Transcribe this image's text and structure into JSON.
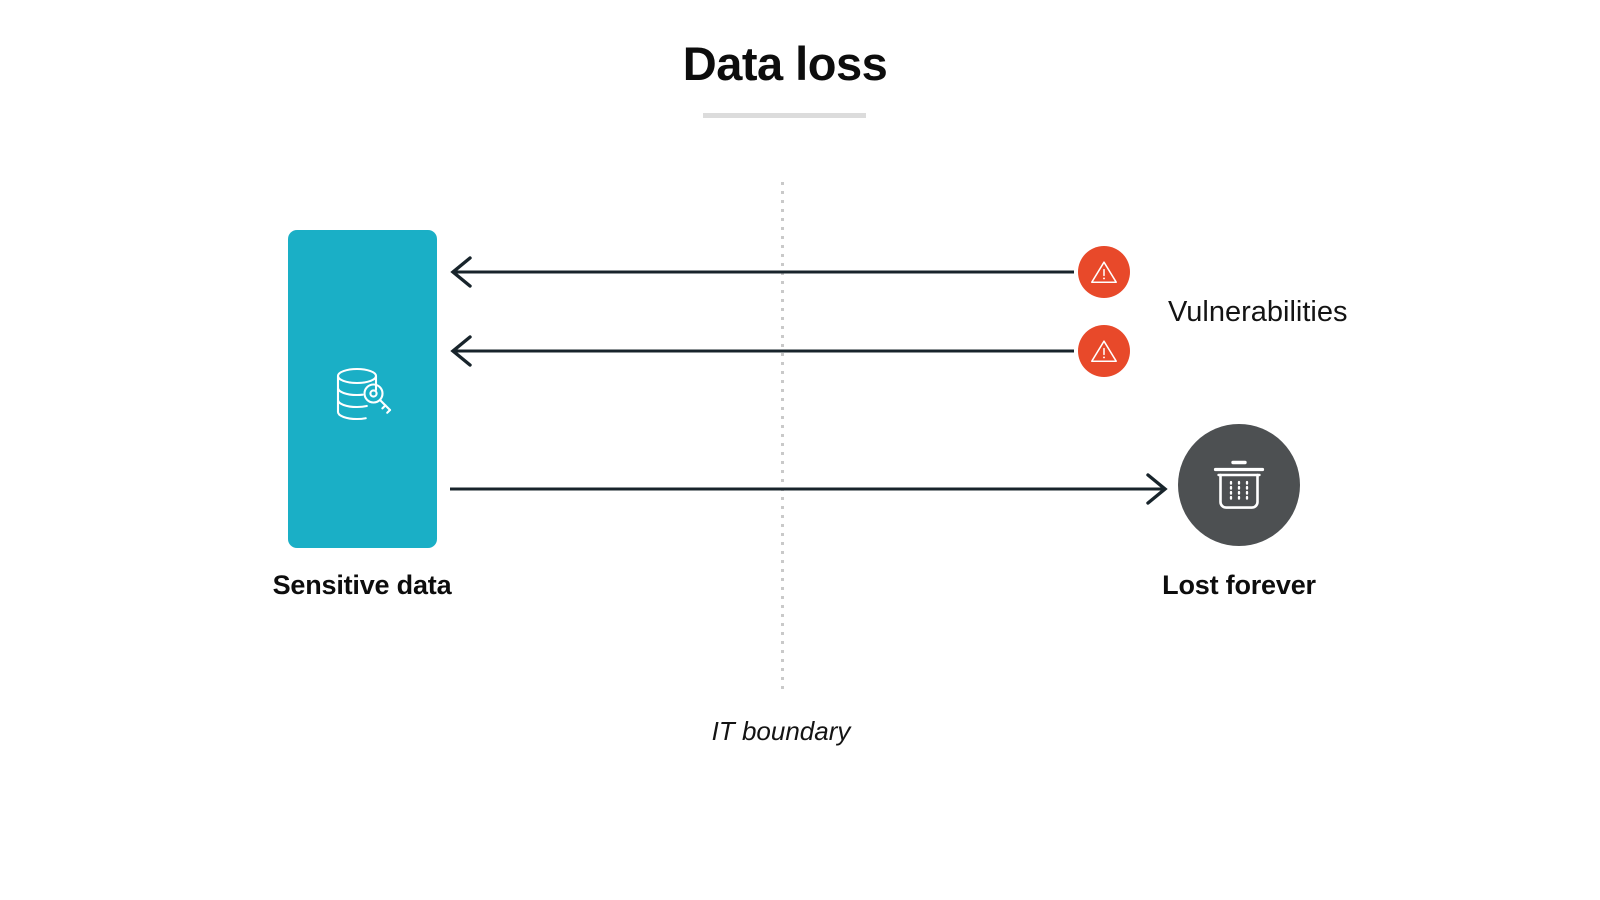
{
  "diagram": {
    "title": "Data loss",
    "boundary_label": "IT boundary",
    "nodes": {
      "source": {
        "label": "Sensitive data",
        "icon": "database-key-icon",
        "color": "#1aafc6"
      },
      "threat": {
        "label": "Vulnerabilities",
        "icon": "warning-triangle-icon",
        "color": "#e8492a",
        "count": 2
      },
      "destination": {
        "label": "Lost forever",
        "icon": "trash-can-icon",
        "color": "#4d5052"
      }
    },
    "flows": [
      {
        "name": "inbound-vulnerability-1",
        "direction": "left",
        "from": "Vulnerabilities",
        "to": "Sensitive data"
      },
      {
        "name": "inbound-vulnerability-2",
        "direction": "left",
        "from": "Vulnerabilities",
        "to": "Sensitive data"
      },
      {
        "name": "outbound-data-loss",
        "direction": "right",
        "from": "Sensitive data",
        "to": "Lost forever"
      }
    ],
    "colors": {
      "arrow": "#18242b",
      "boundary": "#c9c9c9",
      "rule": "#dcdcdc",
      "text": "#0d0d0d",
      "background": "#ffffff"
    }
  }
}
